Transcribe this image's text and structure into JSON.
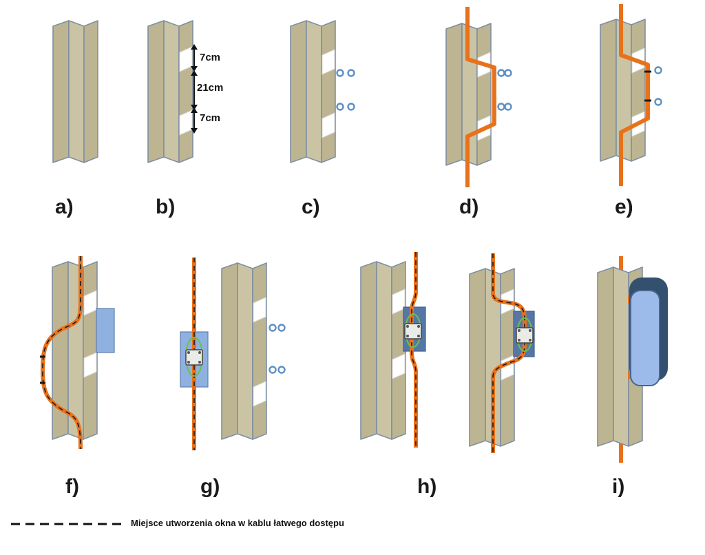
{
  "panels": [
    {
      "id": "a",
      "label": "a)"
    },
    {
      "id": "b",
      "label": "b)"
    },
    {
      "id": "c",
      "label": "c)"
    },
    {
      "id": "d",
      "label": "d)"
    },
    {
      "id": "e",
      "label": "e)"
    },
    {
      "id": "f",
      "label": "f)"
    },
    {
      "id": "g",
      "label": "g)"
    },
    {
      "id": "h",
      "label": "h)"
    },
    {
      "id": "i",
      "label": "i)"
    }
  ],
  "dimensions": {
    "top": "7cm",
    "middle": "21cm",
    "bottom": "7cm"
  },
  "legend": {
    "text": "Miejsce utworzenia okna w kablu łatwego dostępu"
  },
  "colors": {
    "cable": "#e8721c",
    "post": "#cbc4a4",
    "post_outline": "#7e8fa1",
    "closure": "#9dbbea",
    "ring": "#5b8fc4"
  }
}
